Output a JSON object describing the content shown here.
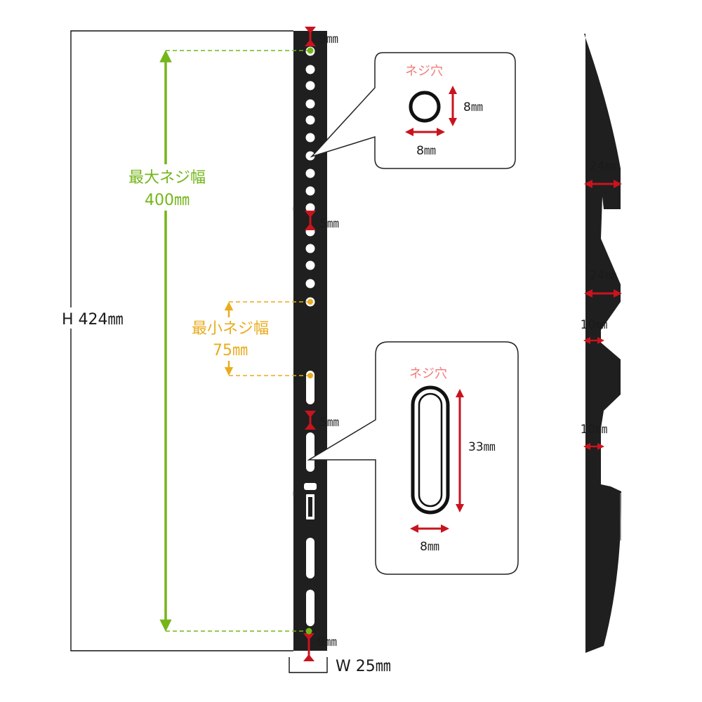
{
  "front": {
    "height_label": "H 424㎜",
    "width_label": "W 25㎜",
    "edge_top_label": "9㎜",
    "edge_bottom_label": "9㎜",
    "gap_upper_label": "5㎜",
    "gap_lower_label": "5㎜",
    "max_pitch": {
      "title": "最大ネジ幅",
      "value": "400㎜"
    },
    "min_pitch": {
      "title": "最小ネジ幅",
      "value": "75㎜"
    }
  },
  "callout_round": {
    "title": "ネジ穴",
    "height_label": "8㎜",
    "width_label": "8㎜"
  },
  "callout_slot": {
    "title": "ネジ穴",
    "height_label": "33㎜",
    "width_label": "8㎜"
  },
  "side": {
    "labels": [
      "24㎜",
      "24㎜",
      "10㎜",
      "10㎜"
    ]
  },
  "colors": {
    "bracket": "#1f1f1f",
    "dimension_arrow": "#c8141e",
    "max_pitch": "#74b61a",
    "min_pitch": "#e8ac1e",
    "callout_title": "#f07a7a"
  }
}
